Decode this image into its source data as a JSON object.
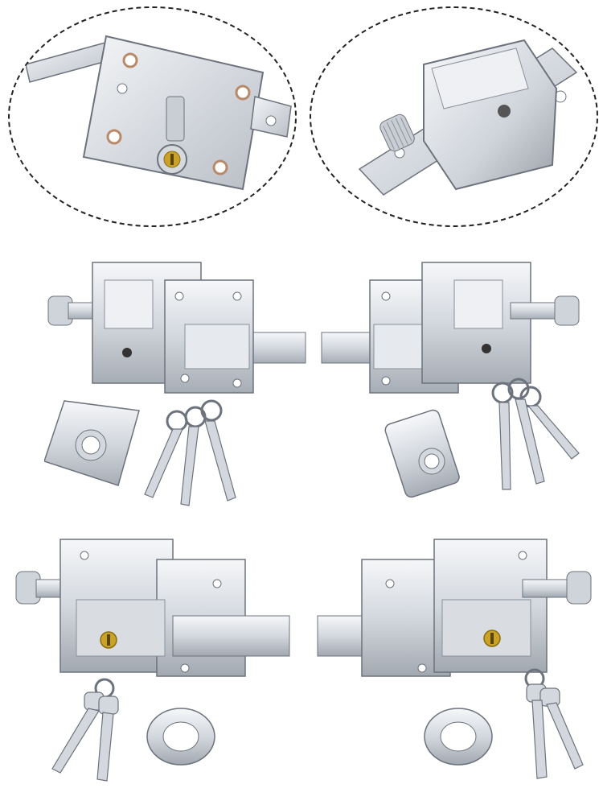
{
  "image": {
    "description_items": [
      "detail-lock-body-back",
      "detail-bolt-latch-front",
      "lock-set-left-with-plate-and-three-keys",
      "lock-set-right-with-plate-and-three-keys",
      "lock-left-with-cylinder-two-keys-and-ring",
      "lock-right-with-cylinder-two-keys-and-ring"
    ],
    "colors": {
      "chrome_light": "#eef0f3",
      "chrome_mid": "#c9ced5",
      "chrome_dark": "#8a9099",
      "brass": "#c9a227",
      "outline": "#6d737c",
      "dashed_border": "#222222"
    }
  }
}
